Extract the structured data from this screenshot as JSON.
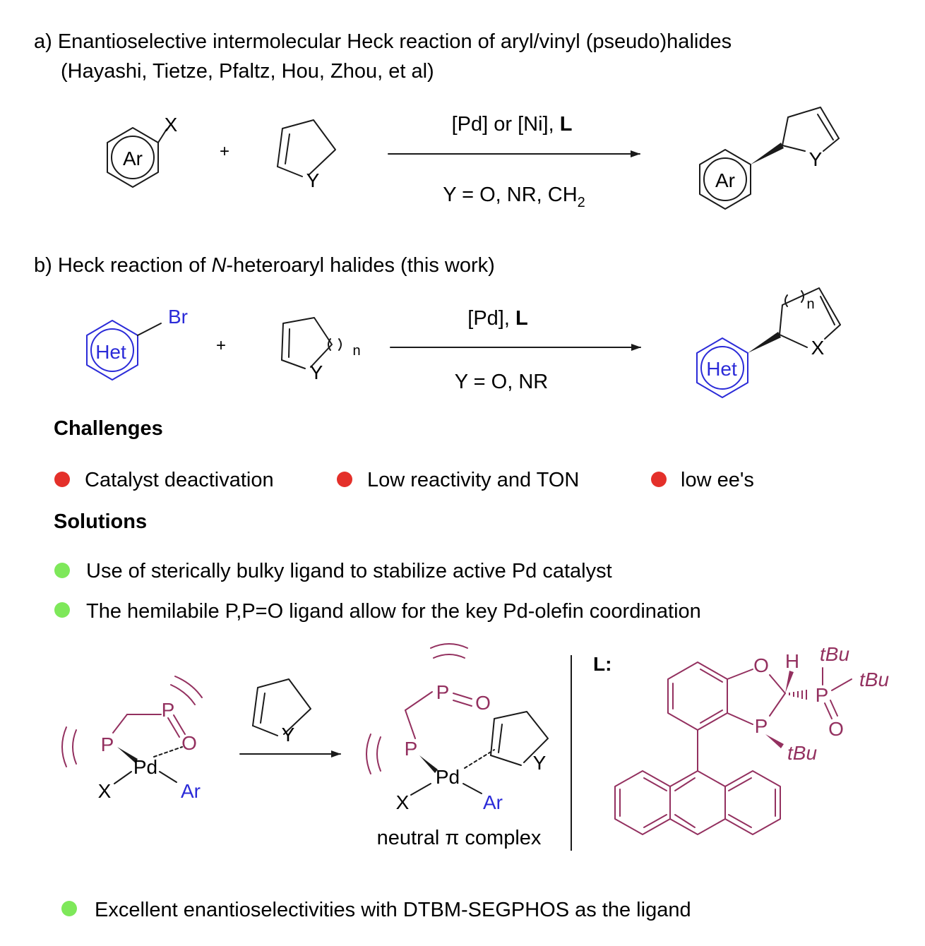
{
  "colors": {
    "text": "#1a1a1a",
    "hetero": "#2b2bd8",
    "ligand": "#93305f",
    "challenge_dot": "#e4302a",
    "solution_dot": "#7ee85a"
  },
  "section_a": {
    "title": "a) Enantioselective intermolecular Heck reaction of aryl/vinyl (pseudo)halides",
    "subtitle": "(Hayashi, Tietze, Pfaltz, Hou, Zhou, et al)",
    "aryl": {
      "ring_label": "Ar",
      "substituent": "X"
    },
    "plus": "+",
    "olefin": {
      "atom": "Y"
    },
    "arrow_top": {
      "text": "[Pd] or [Ni], ",
      "bold": "L"
    },
    "arrow_bottom": {
      "text": "Y = O, NR, CH",
      "sub": "2"
    },
    "product": {
      "ring_label": "Ar",
      "atom": "Y"
    }
  },
  "section_b": {
    "title_pre": "b) Heck reaction of ",
    "title_italic": "N",
    "title_post": "-heteroaryl halides (this work)",
    "heteroaryl": {
      "ring_label": "Het",
      "substituent": "Br"
    },
    "plus": "+",
    "olefin": {
      "atom": "Y",
      "index": "n"
    },
    "arrow_top": {
      "text": "[Pd], ",
      "bold": "L"
    },
    "arrow_bottom": "Y = O, NR",
    "product": {
      "ring_label": "Het",
      "atom": "X",
      "index": "n"
    }
  },
  "challenges": {
    "heading": "Challenges",
    "items": [
      "Catalyst deactivation",
      "Low reactivity and TON",
      "low ee's"
    ]
  },
  "solutions": {
    "heading": "Solutions",
    "items": [
      "Use of sterically bulky ligand to stabilize active Pd catalyst",
      "The hemilabile P,P=O ligand allow for the key Pd-olefin coordination"
    ]
  },
  "mechanism": {
    "complex1": {
      "p": "P",
      "p2": "P",
      "o": "O",
      "pd": "Pd",
      "x": "X",
      "ar": "Ar"
    },
    "olefin": {
      "atom": "Y"
    },
    "complex2": {
      "p": "P",
      "p2": "P",
      "o": "O",
      "pd": "Pd",
      "x": "X",
      "ar": "Ar",
      "y": "Y"
    },
    "complex2_label": "neutral π complex"
  },
  "ligand": {
    "label": "L:",
    "o_ring": "O",
    "h": "H",
    "p_ring": "P",
    "p_oxide": "P",
    "o_oxide": "O",
    "tbu_top": "tBu",
    "tbu_right": "tBu",
    "tbu_bottom": "tBu"
  },
  "conclusion": "Excellent enantioselectivities with DTBM-SEGPHOS as the ligand"
}
